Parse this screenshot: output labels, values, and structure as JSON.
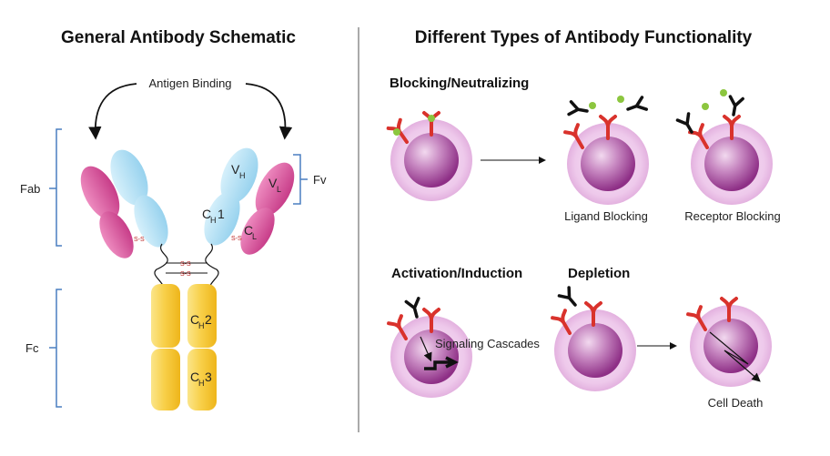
{
  "left": {
    "title": "General Antibody Schematic",
    "antigen_binding": "Antigen Binding",
    "fab": "Fab",
    "fc": "Fc",
    "fv": "Fv",
    "disulfide": "S-S",
    "domains": {
      "vh": "V",
      "vh_sub": "H",
      "vl": "V",
      "vl_sub": "L",
      "ch1": "C",
      "ch1_sub": "H",
      "ch1_num": "1",
      "cl": "C",
      "cl_sub": "L",
      "ch2": "C",
      "ch2_sub": "H",
      "ch2_num": "2",
      "ch3": "C",
      "ch3_sub": "H",
      "ch3_num": "3"
    }
  },
  "right": {
    "title": "Different Types of Antibody Functionality",
    "blocking": "Blocking/Neutralizing",
    "ligand_blocking": "Ligand Blocking",
    "receptor_blocking": "Receptor Blocking",
    "activation": "Activation/Induction",
    "signaling": "Signaling Cascades",
    "depletion": "Depletion",
    "cell_death": "Cell Death"
  },
  "colors": {
    "heavy_chain": "#a9dcf2",
    "light_chain": "#d6559b",
    "fc": "#f7c62d",
    "cell_outer": "#f1d2ee",
    "cell_inner": "#9c3f93",
    "receptor": "#d9322c",
    "ligand": "#8cc63f",
    "bracket": "#4a7fc1"
  }
}
